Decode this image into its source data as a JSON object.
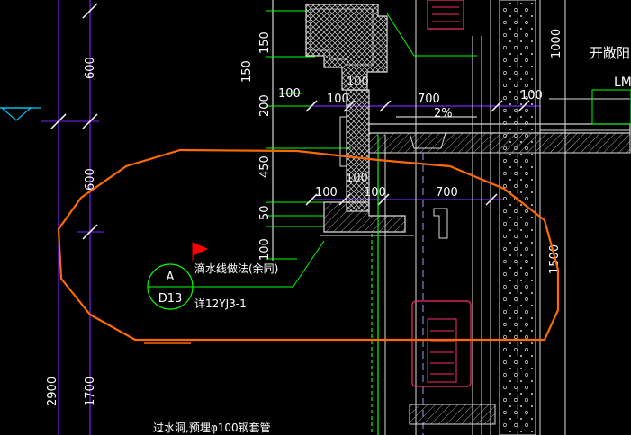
{
  "window": {
    "width": 701,
    "height": 484
  },
  "colors": {
    "background": "#000000",
    "dimension_line": "#7b22ff",
    "dimension_text": "#ffffff",
    "leader": "#00ff00",
    "cloud": "#ff6a00",
    "wall": "#dddddd",
    "hatch": "#b0b0b0",
    "pipe": "#ff2b6a",
    "flag": "#ff0000",
    "tick": "#00c8ff"
  },
  "dimensions": {
    "left_600_top": "600",
    "left_600_mid": "600",
    "left_2900": "2900",
    "left_1700": "1700",
    "v150_a": "150",
    "v150_b": "150",
    "v200": "200",
    "v450": "450",
    "v50": "50",
    "v100_left": "100",
    "h100_a": "100",
    "h100_b": "100",
    "h100_c": "100",
    "h700_top": "700",
    "h100_right": "100",
    "slope": "2%",
    "h100_d": "100",
    "h100_e": "100",
    "h100_f": "100",
    "h700_mid": "700",
    "v1000": "1000",
    "v1500": "1500"
  },
  "annotations": {
    "drip_line": "滴水线做法(余同)",
    "detail_ref": "详12YJ3-1",
    "bubble_top": "A",
    "bubble_bottom": "D13",
    "pipe_note": "过水洞,预埋φ100钢套管",
    "balcony_label": "开敞阳",
    "lm_label": "LM"
  }
}
